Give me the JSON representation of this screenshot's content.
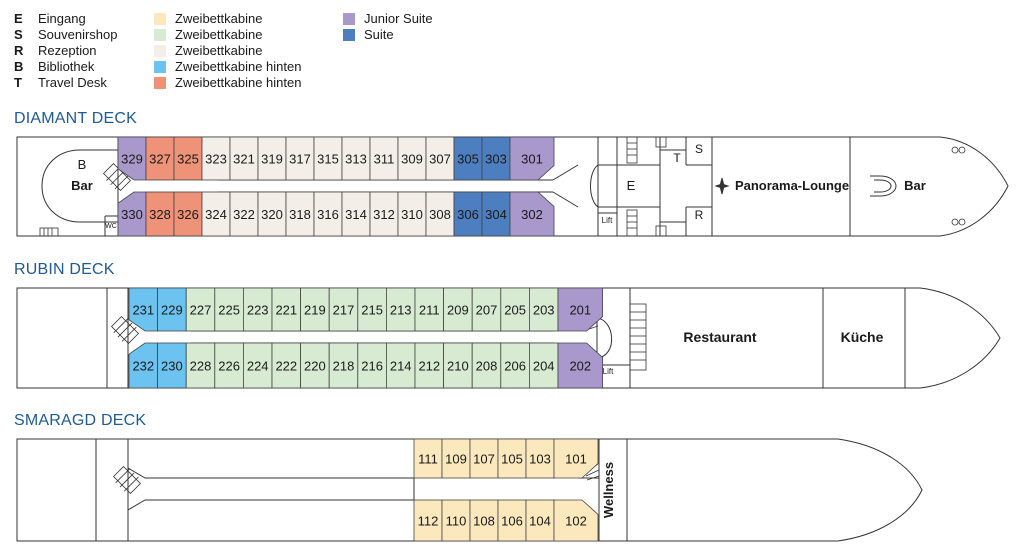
{
  "legend_codes": [
    {
      "code": "E",
      "label": "Eingang"
    },
    {
      "code": "S",
      "label": "Souvenirshop"
    },
    {
      "code": "R",
      "label": "Rezeption"
    },
    {
      "code": "B",
      "label": "Bibliothek"
    },
    {
      "code": "T",
      "label": "Travel Desk"
    }
  ],
  "legend_cabins": [
    {
      "label": "Zweibettkabine",
      "color": "#fbe9bd"
    },
    {
      "label": "Zweibettkabine",
      "color": "#d7ebd2"
    },
    {
      "label": "Zweibettkabine",
      "color": "#f3efe8"
    },
    {
      "label": "Zweibettkabine hinten",
      "color": "#6cc3ef"
    },
    {
      "label": "Zweibettkabine hinten",
      "color": "#ee9278"
    }
  ],
  "legend_suites": [
    {
      "label": "Junior Suite",
      "color": "#a898cc"
    },
    {
      "label": "Suite",
      "color": "#4d7fc0"
    }
  ],
  "decks": [
    {
      "title": "DIAMANT DECK",
      "top_row": [
        "329",
        "327",
        "325",
        "323",
        "321",
        "319",
        "317",
        "315",
        "313",
        "311",
        "309",
        "307",
        "305",
        "303",
        "301"
      ],
      "bottom_row": [
        "330",
        "328",
        "326",
        "324",
        "322",
        "320",
        "318",
        "316",
        "314",
        "312",
        "310",
        "308",
        "306",
        "304",
        "302"
      ],
      "top_colors": [
        "#a898cc",
        "#ee9278",
        "#ee9278",
        "#f3efe8",
        "#f3efe8",
        "#f3efe8",
        "#f3efe8",
        "#f3efe8",
        "#f3efe8",
        "#f3efe8",
        "#f3efe8",
        "#f3efe8",
        "#4d7fc0",
        "#4d7fc0",
        "#a898cc"
      ],
      "bottom_colors": [
        "#a898cc",
        "#ee9278",
        "#ee9278",
        "#f3efe8",
        "#f3efe8",
        "#f3efe8",
        "#f3efe8",
        "#f3efe8",
        "#f3efe8",
        "#f3efe8",
        "#f3efe8",
        "#f3efe8",
        "#4d7fc0",
        "#4d7fc0",
        "#a898cc"
      ],
      "labels": {
        "bar_aft": "Bar",
        "b": "B",
        "wc": "WC",
        "e": "E",
        "t": "T",
        "s": "S",
        "r": "R",
        "lift": "Lift",
        "lounge": "Panorama-Lounge",
        "bar_fore": "Bar"
      }
    },
    {
      "title": "RUBIN DECK",
      "top_row": [
        "231",
        "229",
        "227",
        "225",
        "223",
        "221",
        "219",
        "217",
        "215",
        "213",
        "211",
        "209",
        "207",
        "205",
        "203",
        "201"
      ],
      "bottom_row": [
        "232",
        "230",
        "228",
        "226",
        "224",
        "222",
        "220",
        "218",
        "216",
        "214",
        "212",
        "210",
        "208",
        "206",
        "204",
        "202"
      ],
      "top_colors": [
        "#6cc3ef",
        "#6cc3ef",
        "#d7ebd2",
        "#d7ebd2",
        "#d7ebd2",
        "#d7ebd2",
        "#d7ebd2",
        "#d7ebd2",
        "#d7ebd2",
        "#d7ebd2",
        "#d7ebd2",
        "#d7ebd2",
        "#d7ebd2",
        "#d7ebd2",
        "#d7ebd2",
        "#a898cc"
      ],
      "bottom_colors": [
        "#6cc3ef",
        "#6cc3ef",
        "#d7ebd2",
        "#d7ebd2",
        "#d7ebd2",
        "#d7ebd2",
        "#d7ebd2",
        "#d7ebd2",
        "#d7ebd2",
        "#d7ebd2",
        "#d7ebd2",
        "#d7ebd2",
        "#d7ebd2",
        "#d7ebd2",
        "#d7ebd2",
        "#a898cc"
      ],
      "labels": {
        "lift": "Lift",
        "restaurant": "Restaurant",
        "kueche": "Küche"
      }
    },
    {
      "title": "SMARAGD DECK",
      "top_row": [
        "111",
        "109",
        "107",
        "105",
        "103",
        "101"
      ],
      "bottom_row": [
        "112",
        "110",
        "108",
        "106",
        "104",
        "102"
      ],
      "top_colors": [
        "#fbe9bd",
        "#fbe9bd",
        "#fbe9bd",
        "#fbe9bd",
        "#fbe9bd",
        "#fbe9bd"
      ],
      "bottom_colors": [
        "#fbe9bd",
        "#fbe9bd",
        "#fbe9bd",
        "#fbe9bd",
        "#fbe9bd",
        "#fbe9bd"
      ],
      "labels": {
        "wellness": "Wellness"
      }
    }
  ]
}
